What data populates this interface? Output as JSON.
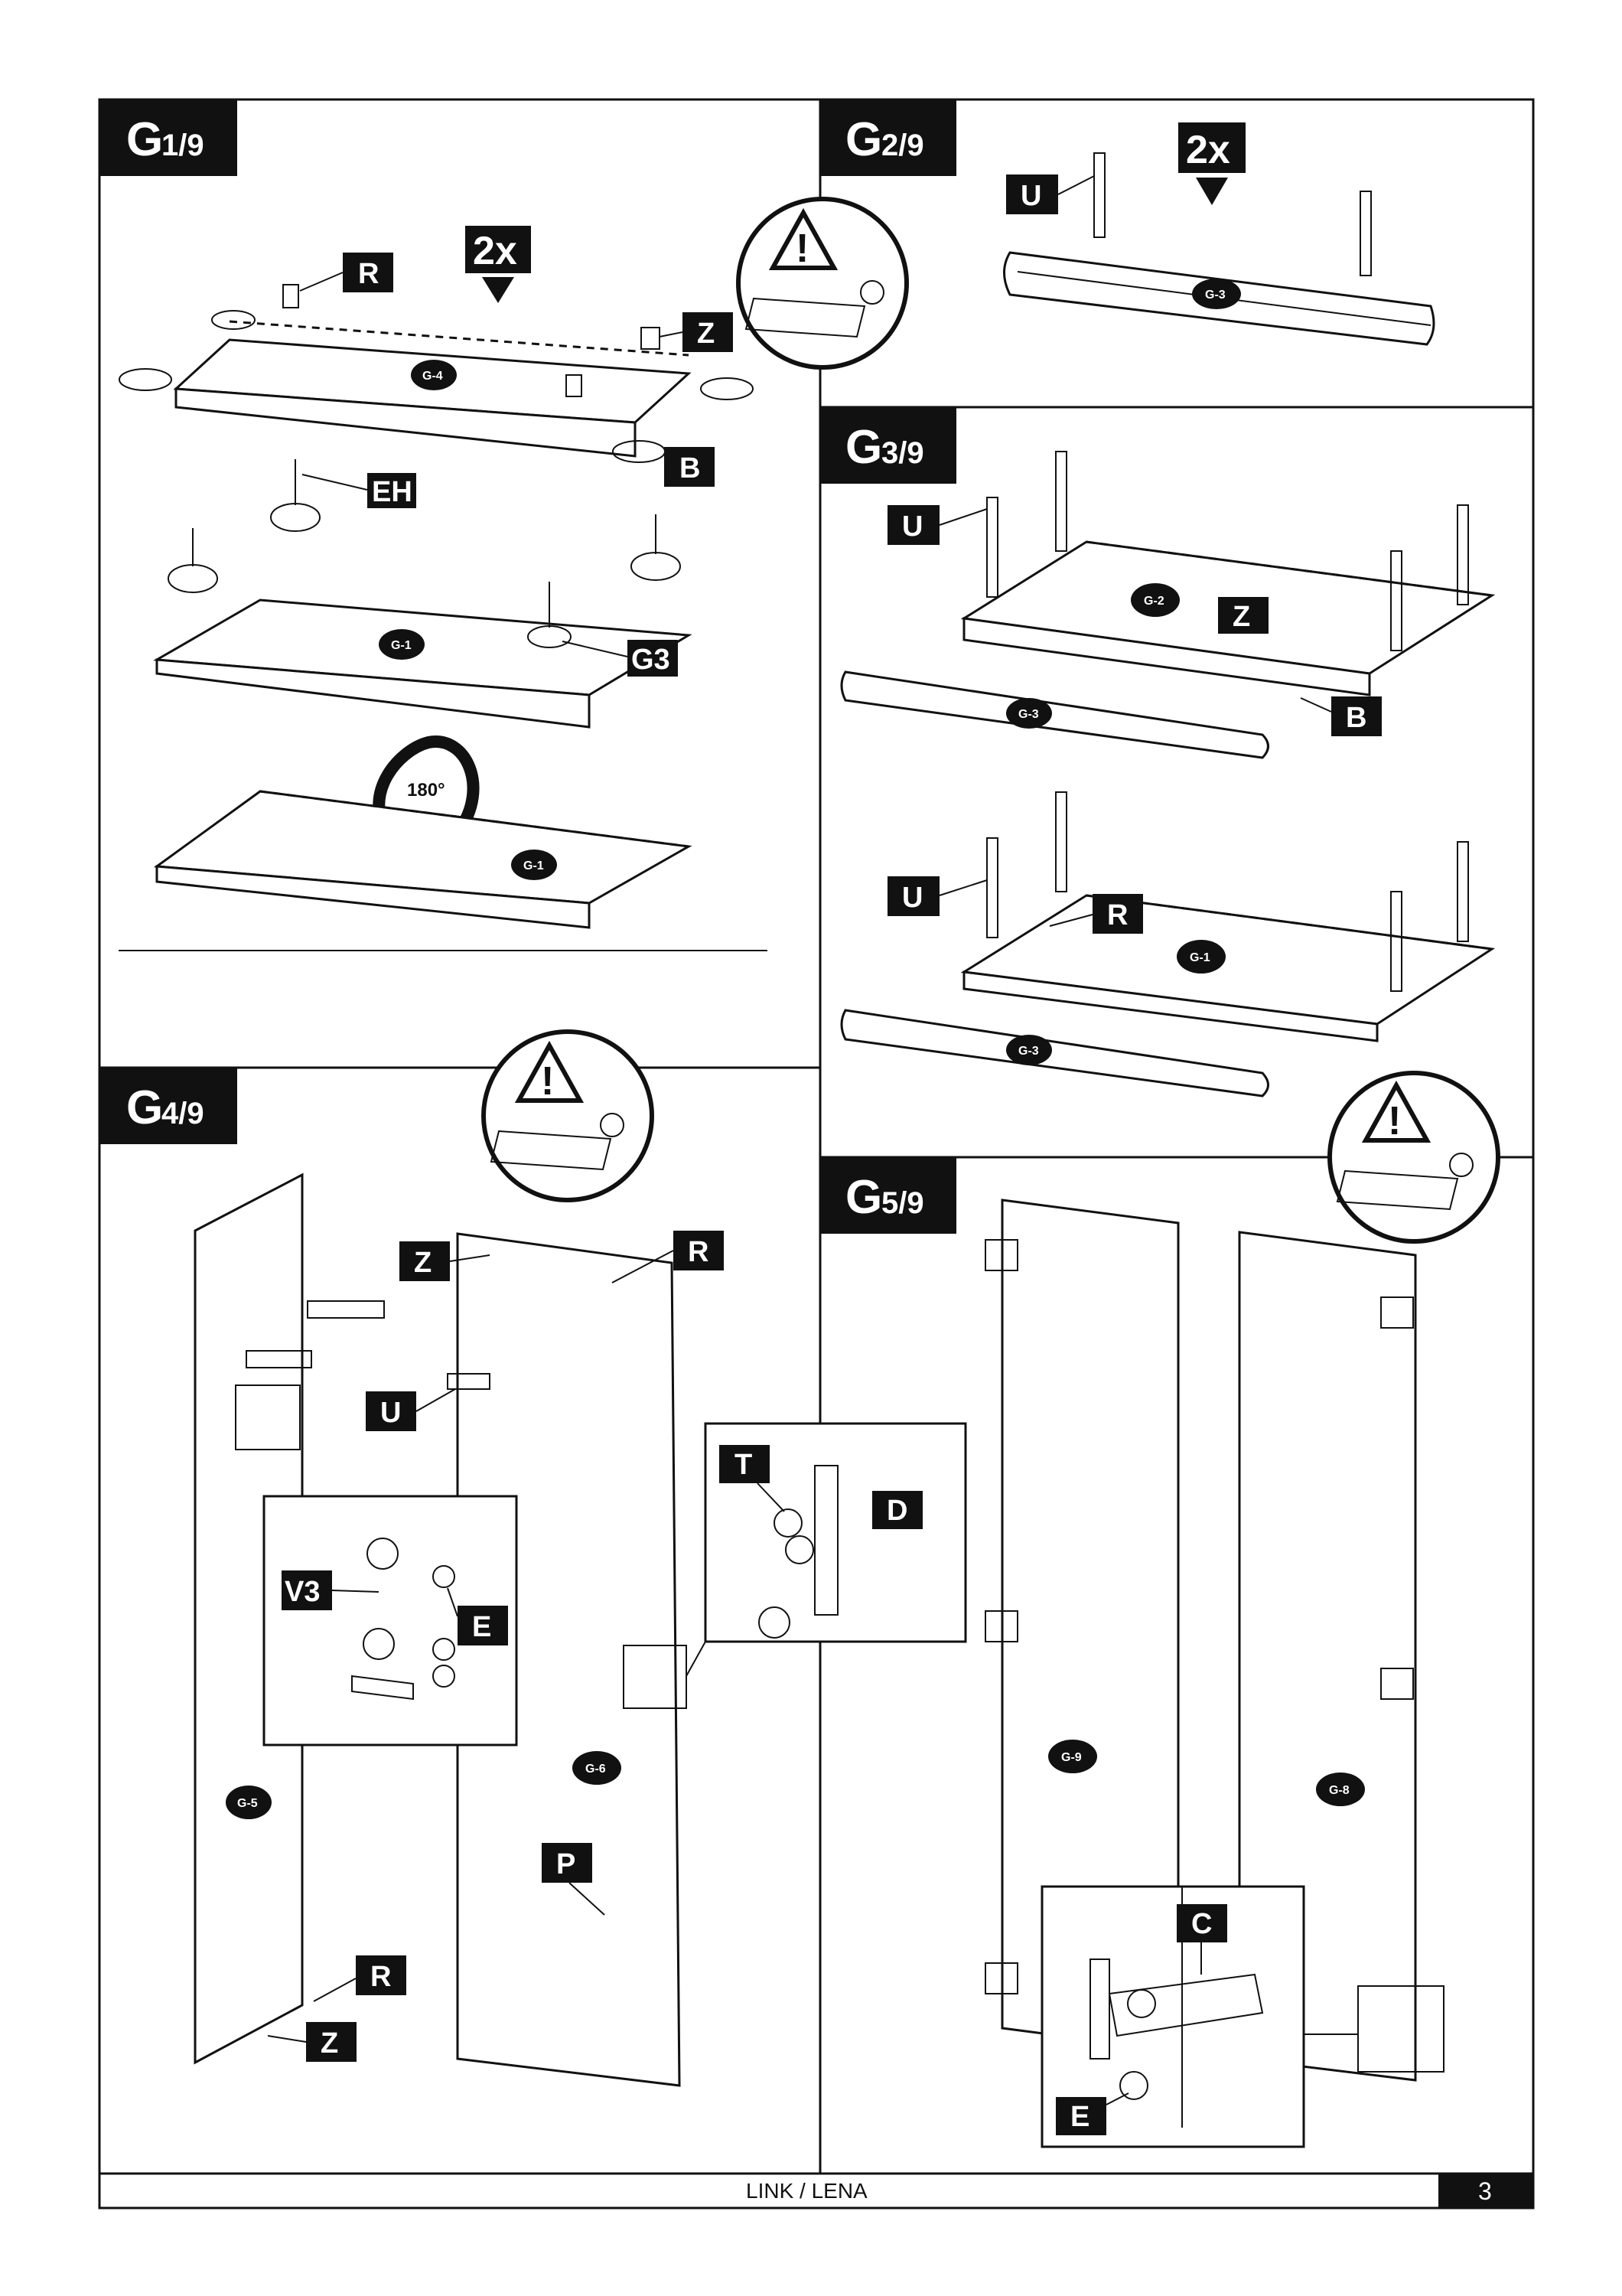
{
  "steps": {
    "g1": {
      "prefix": "G",
      "fraction": "1/9",
      "quantity": "2x",
      "rotation": "180°",
      "parts": {
        "g4": "G-4",
        "g1a": "G-1",
        "g1b": "G-1"
      },
      "hardware": {
        "r": "R",
        "z": "Z",
        "b": "B",
        "eh": "EH",
        "g3": "G3"
      }
    },
    "g2": {
      "prefix": "G",
      "fraction": "2/9",
      "quantity": "2x",
      "parts": {
        "g3": "G-3"
      },
      "hardware": {
        "u": "U"
      }
    },
    "g3": {
      "prefix": "G",
      "fraction": "3/9",
      "parts": {
        "g2": "G-2",
        "g3a": "G-3",
        "g1": "G-1",
        "g3b": "G-3"
      },
      "hardware": {
        "u1": "U",
        "z": "Z",
        "b": "B",
        "u2": "U",
        "r": "R"
      }
    },
    "g4": {
      "prefix": "G",
      "fraction": "4/9",
      "parts": {
        "g5": "G-5",
        "g6": "G-6"
      },
      "hardware": {
        "z1": "Z",
        "r1": "R",
        "u": "U",
        "v3": "V3",
        "e": "E",
        "p": "P",
        "r2": "R",
        "z2": "Z",
        "t": "T",
        "d": "D"
      }
    },
    "g5": {
      "prefix": "G",
      "fraction": "5/9",
      "parts": {
        "g9": "G-9",
        "g8": "G-8"
      },
      "hardware": {
        "c": "C",
        "e": "E"
      }
    }
  },
  "warning_icons": [
    "warning-triangle-icon",
    "warning-triangle-icon",
    "warning-triangle-icon"
  ],
  "footer": {
    "title": "LINK / LENA",
    "page_number": "3"
  },
  "colors": {
    "ink": "#111111",
    "paper": "#ffffff"
  }
}
